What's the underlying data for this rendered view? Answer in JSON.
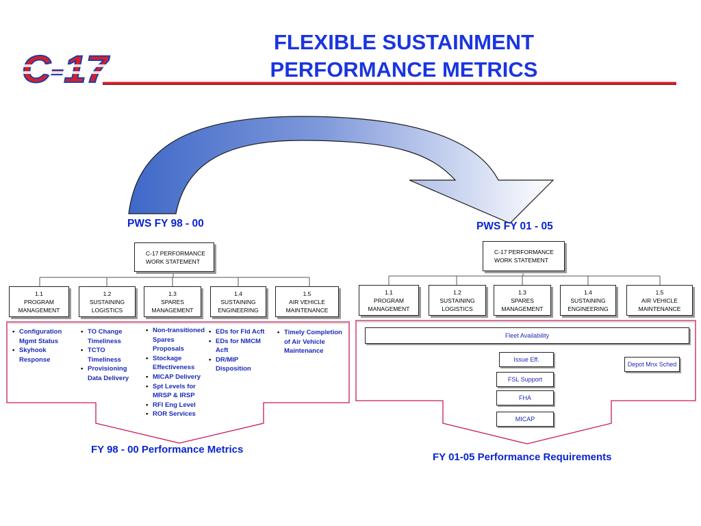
{
  "header": {
    "logo_text": "C-17",
    "title_line1": "FLEXIBLE SUSTAINMENT",
    "title_line2": "PERFORMANCE METRICS"
  },
  "left": {
    "label": "PWS FY 98 - 00",
    "top_box": [
      "C-17 PERFORMANCE",
      "WORK STATEMENT"
    ],
    "boxes": [
      {
        "num": "1.1",
        "line1": "PROGRAM",
        "line2": "MANAGEMENT"
      },
      {
        "num": "1.2",
        "line1": "SUSTAINING",
        "line2": "LOGISTICS"
      },
      {
        "num": "1.3",
        "line1": "SPARES",
        "line2": "MANAGEMENT"
      },
      {
        "num": "1.4",
        "line1": "SUSTAINING",
        "line2": "ENGINEERING"
      },
      {
        "num": "1.5",
        "line1": "AIR VEHICLE",
        "line2": "MAINTENANCE"
      }
    ],
    "metrics": [
      [
        "Configuration",
        "Mgmt Status",
        "Skyhook",
        "Response"
      ],
      [
        "TO Change",
        "Timeliness",
        "TCTO",
        "Timeliness",
        "Provisioning",
        "Data Delivery"
      ],
      [
        "Non-transitioned",
        "Spares",
        "Proposals",
        "Stockage",
        "Effectiveness",
        "MICAP Delivery",
        "Spt Levels for",
        "MRSP & IRSP",
        "RFI Eng Level",
        "ROR Services"
      ],
      [
        "EDs for Fld Acft",
        "EDs for NMCM",
        "Acft",
        "DR/MIP",
        "Disposition"
      ],
      [
        "Timely Completion",
        "of Air Vehicle",
        "Maintenance"
      ]
    ],
    "footer": "FY 98 - 00 Performance Metrics"
  },
  "right": {
    "label": "PWS FY 01 - 05",
    "top_box": [
      "C-17 PERFORMANCE",
      "WORK STATEMENT"
    ],
    "boxes": [
      {
        "num": "1.1",
        "line1": "PROGRAM",
        "line2": "MANAGEMENT"
      },
      {
        "num": "1.2",
        "line1": "SUSTAINING",
        "line2": "LOGISTICS"
      },
      {
        "num": "1.3",
        "line1": "SPARES",
        "line2": "MANAGEMENT"
      },
      {
        "num": "1.4",
        "line1": "SUSTAINING",
        "line2": "ENGINEERING"
      },
      {
        "num": "1.5",
        "line1": "AIR VEHICLE",
        "line2": "MAINTENANCE"
      }
    ],
    "requirements": {
      "fleet": "Fleet Availability",
      "issue": "Issue Eff.",
      "fsl": "FSL Support",
      "fha": "FHA",
      "micap": "MICAP",
      "depot": "Depot Mnx Sched"
    },
    "footer": "FY 01-05 Performance Requirements"
  },
  "colors": {
    "title_blue": "#1a35e0",
    "text_blue": "#1a2bb8",
    "outline_magenta": "#c8185a",
    "logo_red": "#d81e2c",
    "logo_blue": "#1a3fae",
    "arrow_dark": "#4a70c8",
    "arrow_light": "#ffffff"
  }
}
